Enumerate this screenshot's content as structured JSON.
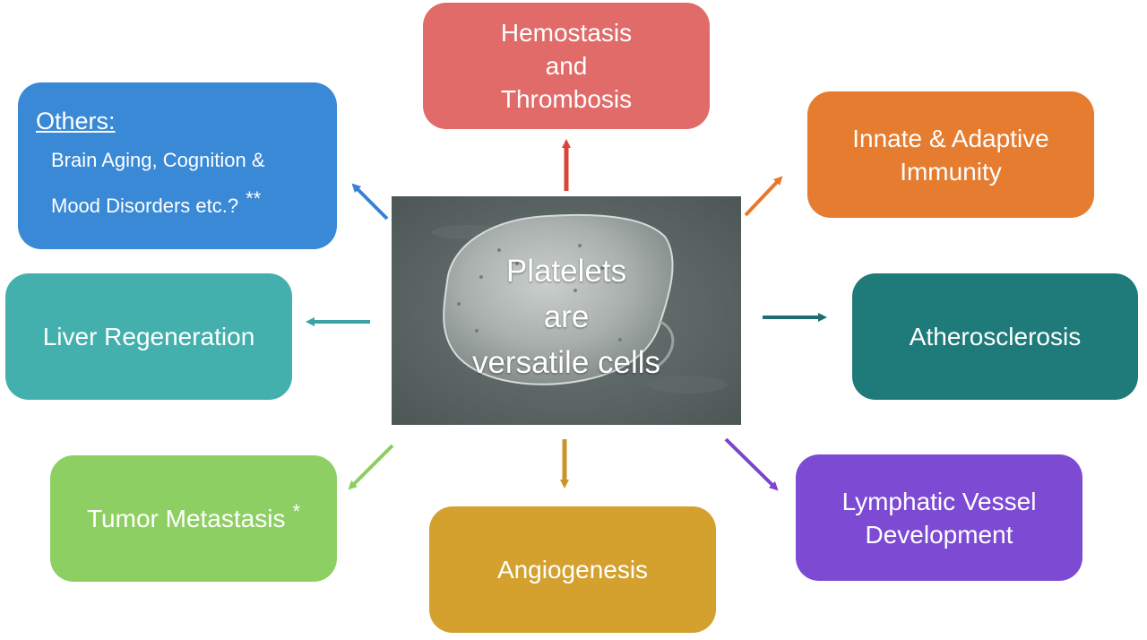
{
  "center": {
    "lines": [
      "Platelets",
      "are",
      "versatile cells"
    ]
  },
  "boxes": {
    "hemostasis": {
      "lines": [
        "Hemostasis",
        "and",
        "Thrombosis"
      ],
      "color": "#e06b68"
    },
    "immunity": {
      "lines": [
        "Innate & Adaptive",
        "Immunity"
      ],
      "color": "#e57c2f"
    },
    "atherosclerosis": {
      "label": "Atherosclerosis",
      "color": "#1f7a7a"
    },
    "lymphatic": {
      "lines": [
        "Lymphatic Vessel",
        "Development"
      ],
      "color": "#7d4ad4"
    },
    "angiogenesis": {
      "label": "Angiogenesis",
      "color": "#d4a12f"
    },
    "tumor": {
      "label": "Tumor Metastasis",
      "footnote": "*",
      "color": "#8ecf63"
    },
    "liver": {
      "label": "Liver Regeneration",
      "color": "#44b0ae"
    },
    "others": {
      "title": "Others:",
      "lines": [
        "Brain Aging, Cognition &",
        "Mood Disorders etc.?"
      ],
      "footnote": "**",
      "color": "#3a89d6"
    }
  }
}
